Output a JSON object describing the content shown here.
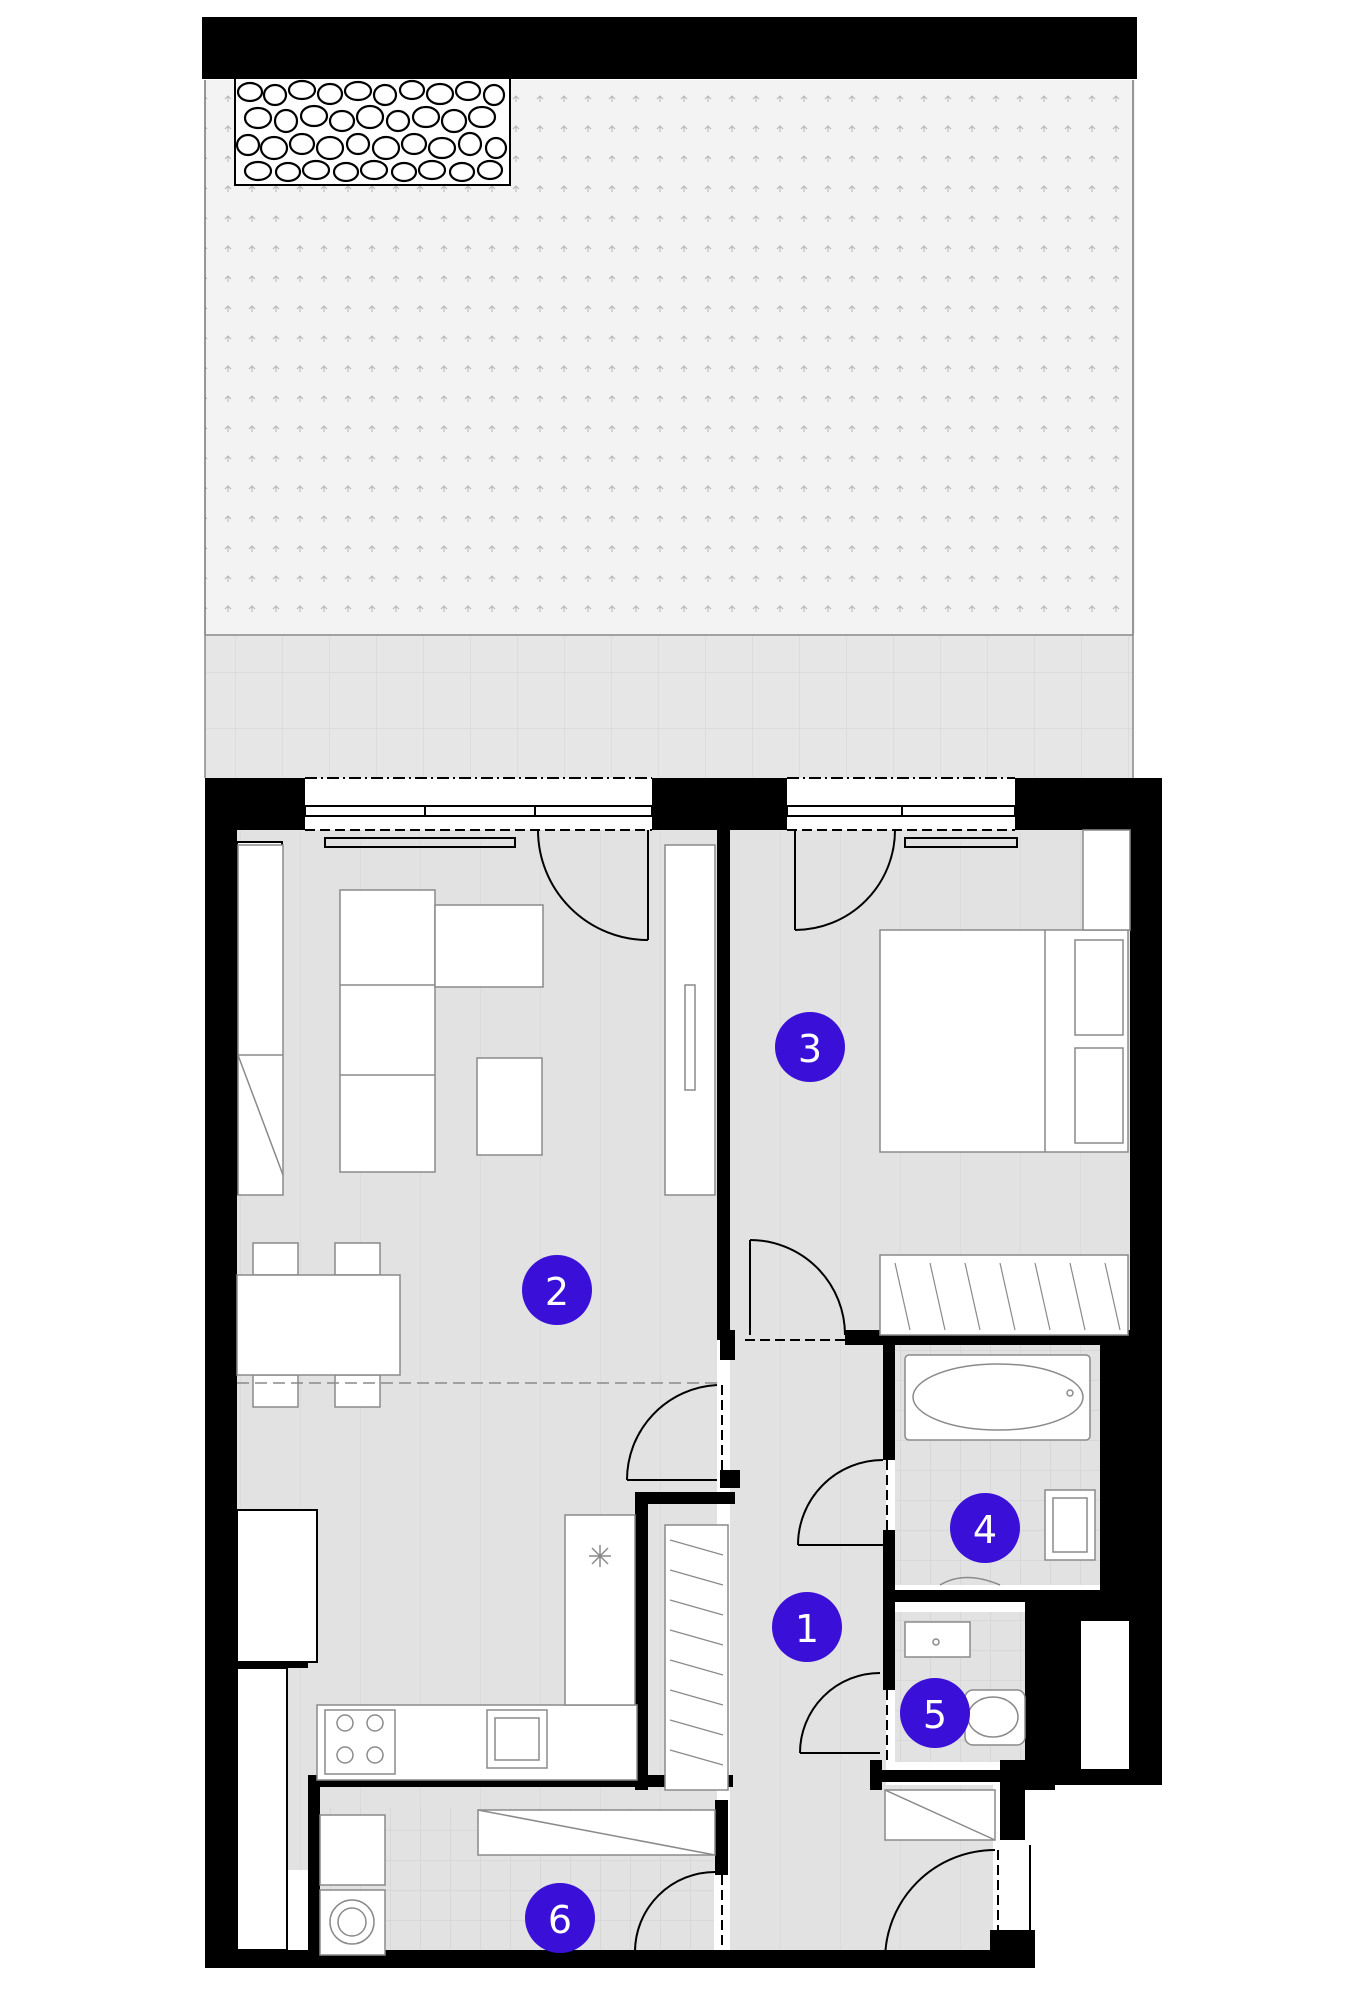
{
  "colors": {
    "wall": "#000000",
    "floor": "#e2e2e2",
    "garden": "#f3f3f3",
    "garden_dot": "#b4b4b4",
    "terrace": "#e6e6e6",
    "badge": "#3a0fd8",
    "badge_text": "#ffffff",
    "furniture_fill": "#ffffff",
    "furniture_stroke": "#8a8a8a"
  },
  "rooms": [
    {
      "label": "1",
      "name": "hallway"
    },
    {
      "label": "2",
      "name": "living-kitchen"
    },
    {
      "label": "3",
      "name": "bedroom"
    },
    {
      "label": "4",
      "name": "bathroom"
    },
    {
      "label": "5",
      "name": "toilet"
    },
    {
      "label": "6",
      "name": "utility-room"
    }
  ]
}
